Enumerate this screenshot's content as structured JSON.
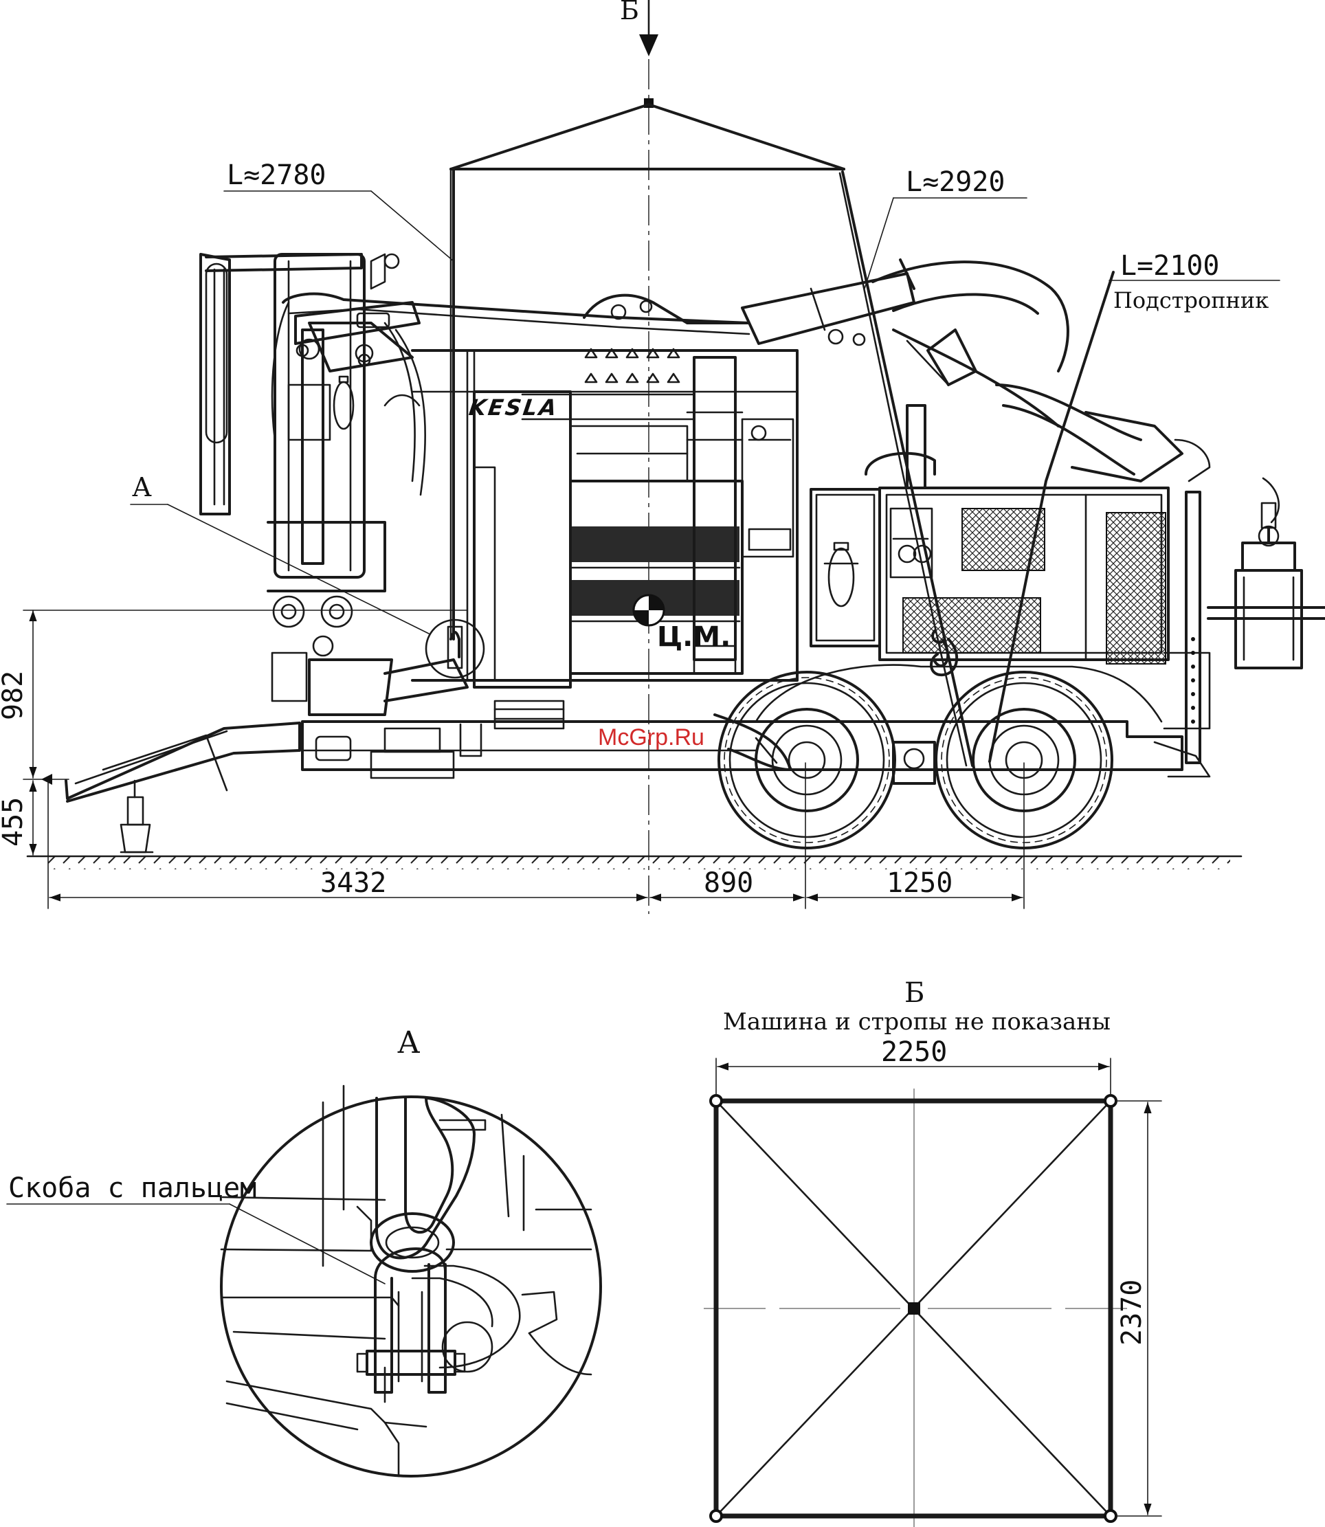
{
  "view_arrow_label": "Б",
  "slings": [
    {
      "label": "L≈2780"
    },
    {
      "label": "L≈2920"
    },
    {
      "label": "L=2100",
      "sublabel": "Подстропник"
    }
  ],
  "detail_marker": "А",
  "brand": "KESLA",
  "center_of_mass": "Ц.М.",
  "watermark": "McGrp.Ru",
  "dimensions": {
    "height_hitch": "982",
    "height_ground": "455",
    "length_front": "3432",
    "length_mid": "890",
    "length_rear": "1250"
  },
  "detail_a": {
    "title": "А",
    "callout": "Скоба с пальцем"
  },
  "view_b": {
    "title": "Б",
    "note": "Машина и стропы не показаны",
    "width": "2250",
    "depth": "2370"
  }
}
